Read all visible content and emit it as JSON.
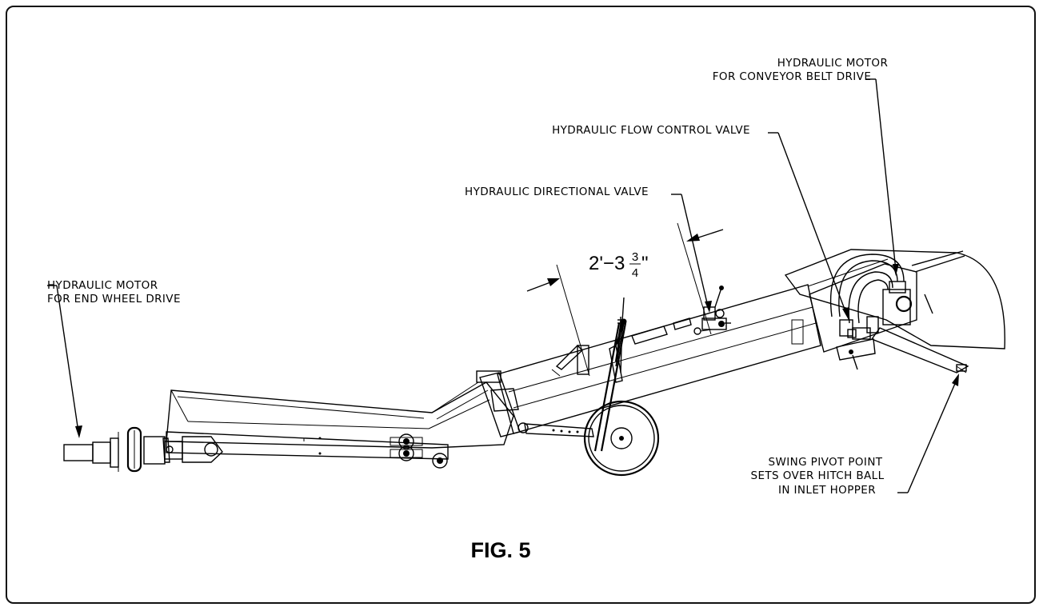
{
  "labels": {
    "motor_belt_line1": "HYDRAULIC MOTOR",
    "motor_belt_line2": "FOR CONVEYOR BELT DRIVE",
    "flow_control": "HYDRAULIC FLOW CONTROL VALVE",
    "directional": "HYDRAULIC DIRECTIONAL VALVE",
    "motor_wheel_line1": "HYDRAULIC MOTOR",
    "motor_wheel_line2": "FOR END WHEEL DRIVE",
    "swing_line1": "SWING PIVOT POINT",
    "swing_line2": "SETS OVER HITCH BALL",
    "swing_line3": "IN INLET HOPPER"
  },
  "dimension": {
    "whole": "2'−3",
    "numerator": "3",
    "denominator": "4",
    "unit": "\""
  },
  "figure_caption": "FIG. 5"
}
